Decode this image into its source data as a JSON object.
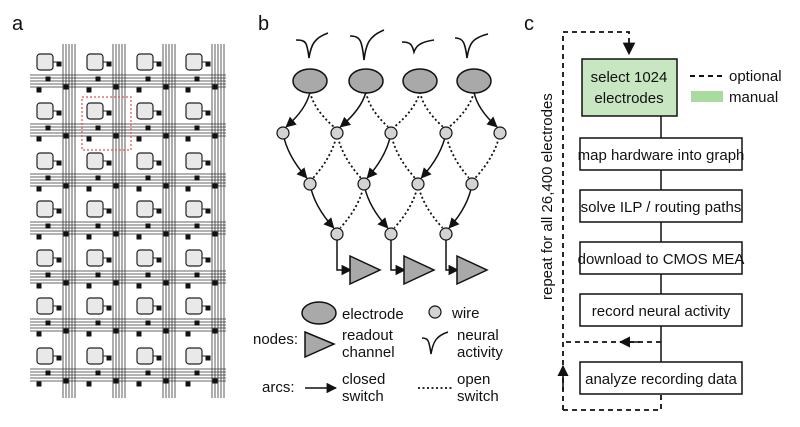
{
  "panels": {
    "a": {
      "letter": "a",
      "grid_rows": 7,
      "grid_cols": 4
    },
    "b": {
      "letter": "b",
      "legend": {
        "nodes_label": "nodes:",
        "arcs_label": "arcs:",
        "electrode": "electrode",
        "wire": "wire",
        "readout_line1": "readout",
        "readout_line2": "channel",
        "neural_line1": "neural",
        "neural_line2": "activity",
        "closed_line1": "closed",
        "closed_line2": "switch",
        "open_line1": "open",
        "open_line2": "switch"
      }
    },
    "c": {
      "letter": "c",
      "steps": [
        "select 1024\nelectrodes",
        "map hardware into graph",
        "solve ILP / routing paths",
        "download to CMOS MEA",
        "record neural activity",
        "analyze recording data"
      ],
      "legend_optional": "optional",
      "legend_manual": "manual",
      "side_label": "repeat for all 26,400 electrodes"
    }
  },
  "colors": {
    "highlight_box": "#c8e6c1",
    "manual_swatch": "#a9dba0",
    "electrode_fill": "#a9a9a9",
    "chip_fill": "#e9e9e9",
    "red_box": "#e0554a"
  }
}
